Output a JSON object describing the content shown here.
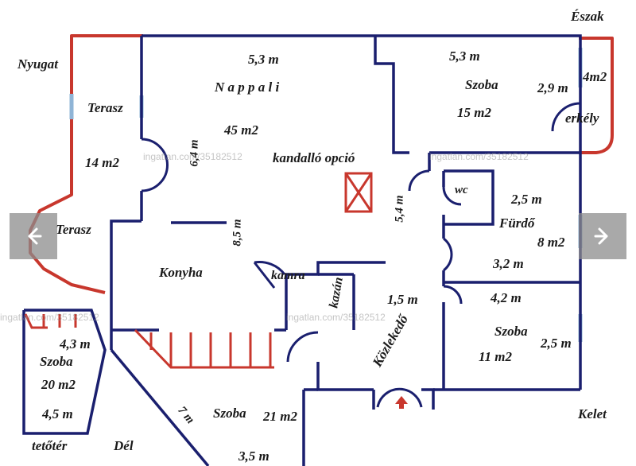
{
  "colors": {
    "wall": "#1a1f6e",
    "terrace": "#c8372d",
    "window": "#8fb4d6",
    "text": "#1a1a1a"
  },
  "compass": {
    "north": "Észak",
    "west": "Nyugat",
    "east": "Kelet",
    "south": "Dél"
  },
  "rooms": {
    "living": {
      "width": "5,3 m",
      "name": "N a p p a l i",
      "area": "45 m2",
      "height": "6,4 m",
      "fireplace": "kandalló opció"
    },
    "room_ne": {
      "width": "5,3 m",
      "name": "Szoba",
      "depth": "2,9 m",
      "area": "15 m2"
    },
    "balcony": {
      "area": "4m2",
      "name": "erkély"
    },
    "terrace_upper": {
      "name": "Terasz",
      "area": "14 m2"
    },
    "terrace_lower": {
      "name": "Terasz"
    },
    "wc": {
      "name": "wc"
    },
    "bathroom": {
      "width": "2,5 m",
      "name": "Fürdő",
      "area": "8 m2",
      "depth": "3,2 m"
    },
    "kitchen": {
      "name": "Konyha",
      "length": "8,5 m"
    },
    "pantry": {
      "name": "kamra"
    },
    "boiler": {
      "name": "kazán"
    },
    "hall": {
      "width": "1,5 m",
      "name": "Közlekedő",
      "length": "5,4 m"
    },
    "room_se": {
      "width": "4,2 m",
      "name": "Szoba",
      "depth": "2,5 m",
      "area": "11 m2"
    },
    "attic": {
      "width": "4,3 m",
      "name": "Szoba",
      "area": "20 m2",
      "depth": "4,5 m",
      "caption": "tetőtér"
    },
    "room_s": {
      "name": "Szoba",
      "area": "21 m2",
      "width": "3,5 m",
      "diagonal": "7 m"
    }
  },
  "watermarks": [
    "ingatlan.com/35182512",
    "ingatlan.com/35182512",
    "ingatlan.com/35182512",
    "ingatlan.com/35182512"
  ],
  "navigation": {
    "prev_icon": "arrow-left-icon",
    "next_icon": "arrow-right-icon"
  }
}
